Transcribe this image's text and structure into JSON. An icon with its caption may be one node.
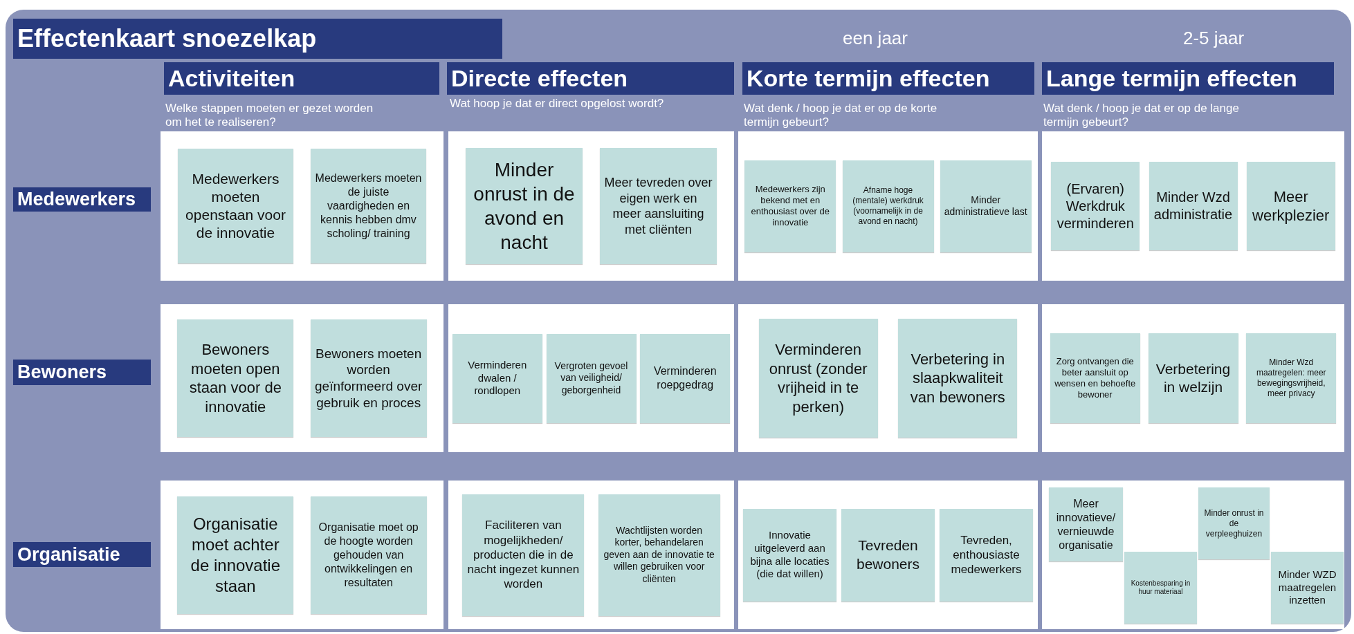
{
  "diagram": {
    "title": "Effectenkaart snoezelkap",
    "nodes": [
      {
        "text": [
          "Activiteiten"
        ]
      },
      {
        "text": [
          "Directe effecten"
        ]
      },
      {
        "text": [
          "Korte termijn effecten"
        ]
      },
      {
        "text": [
          "Lange termijn effecten"
        ]
      },
      {
        "text": [
          "Medewerkers"
        ]
      },
      {
        "text": [
          "Bewoners"
        ]
      },
      {
        "text": [
          "Organisatie"
        ]
      },
      {
        "text": [],
        "shape": "box"
      },
      {
        "text": [
          "Medewerkers moeten openstaan voor de innovatie"
        ],
        "in": 7
      },
      {
        "text": [
          "Medewerkers moeten de juiste vaardigheden en kennis hebben dmv scholing/ training"
        ],
        "in": 7
      },
      {
        "text": [],
        "shape": "box"
      },
      {
        "text": [
          "Minder onrust in de avond en nacht"
        ],
        "in": 10
      },
      {
        "text": [
          "Meer tevreden over eigen werk en meer aansluiting met cliënten"
        ],
        "in": 10
      },
      {
        "text": [],
        "shape": "box"
      },
      {
        "text": [
          "Medewerkers zijn bekend met en enthousiast over de innovatie"
        ],
        "in": 13
      },
      {
        "text": [
          "Afname hoge (mentale) werkdruk (voornamelijk in de avond en nacht)"
        ],
        "in": 13
      },
      {
        "text": [
          "Minder administratieve last"
        ],
        "in": 13
      },
      {
        "text": [],
        "shape": "box"
      },
      {
        "text": [
          "(Ervaren) Werkdruk verminderen"
        ],
        "in": 17
      },
      {
        "text": [
          "Minder Wzd administratie"
        ],
        "in": 17
      },
      {
        "text": [
          "Meer werkplezier"
        ],
        "in": 17
      },
      {
        "text": [],
        "shape": "box"
      },
      {
        "text": [
          "Bewoners moeten open staan voor de innovatie"
        ],
        "in": 21
      },
      {
        "text": [
          "Bewoners moeten worden geïnformeerd over gebruik en proces"
        ],
        "in": 21
      },
      {
        "text": [],
        "shape": "box"
      },
      {
        "text": [
          "Verminderen dwalen / rondlopen"
        ],
        "in": 24
      },
      {
        "text": [
          "Vergroten gevoel van veiligheid/ geborgenheid"
        ],
        "in": 24
      },
      {
        "text": [
          "Verminderen roepgedrag"
        ],
        "in": 24
      },
      {
        "text": [],
        "shape": "box"
      },
      {
        "text": [
          "Verminderen onrust (zonder vrijheid in te perken)"
        ],
        "in": 28
      },
      {
        "text": [
          "Verbetering in slaapkwaliteit van bewoners"
        ],
        "in": 28
      },
      {
        "text": [],
        "shape": "box"
      },
      {
        "text": [
          "Zorg ontvangen die beter aansluit op wensen en behoefte bewoner"
        ],
        "in": 31
      },
      {
        "text": [
          "Verbetering in welzijn"
        ],
        "in": 31
      },
      {
        "text": [
          "Minder Wzd maatregelen: meer bewegingsvrijheid, meer privacy"
        ],
        "in": 31
      },
      {
        "text": [],
        "shape": "box"
      },
      {
        "text": [
          "Organisatie moet achter de innovatie staan"
        ],
        "in": 35
      },
      {
        "text": [
          "Organisatie moet op de hoogte worden gehouden van ontwikkelingen en resultaten"
        ],
        "in": 35
      },
      {
        "text": [],
        "shape": "box"
      },
      {
        "text": [
          "Faciliteren van mogelijkheden/ producten die in de nacht ingezet kunnen worden"
        ],
        "in": 38
      },
      {
        "text": [
          "Wachtlijsten worden korter, behandelaren geven aan de innovatie te willen gebruiken voor cliënten"
        ],
        "in": 38
      },
      {
        "text": [],
        "shape": "box"
      },
      {
        "text": [
          "Innovatie uitgeleverd aan bijna alle locaties (die dat willen)"
        ],
        "in": 41
      },
      {
        "text": [
          "Tevreden bewoners"
        ],
        "in": 41
      },
      {
        "text": [
          "Tevreden, enthousiaste medewerkers"
        ],
        "in": 41
      },
      {
        "text": [],
        "shape": "box"
      },
      {
        "text": [
          "Meer innovatieve/ vernieuwde organisatie"
        ],
        "in": 45
      },
      {
        "text": [
          "Kostenbesparing in huur materiaal"
        ],
        "in": 45
      },
      {
        "text": [
          "Minder onrust in de verpleeghuizen"
        ],
        "in": 45
      },
      {
        "text": [
          "Minder WZD maatregelen inzetten"
        ],
        "in": 45
      }
    ],
    "labels": [
      "een jaar",
      "2-5 jaar",
      "Welke stappen moeten er gezet worden om het te realiseren?",
      "Wat hoop je dat er direct opgelost wordt?",
      "Wat denk / hoop je dat er op de korte termijn gebeurt?",
      "Wat denk / hoop je dat er op de lange termijn gebeurt?"
    ]
  }
}
